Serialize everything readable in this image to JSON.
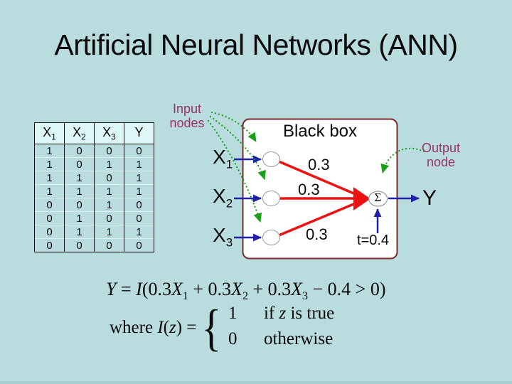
{
  "slide": {
    "title": "Artificial Neural Networks (ANN)"
  },
  "table": {
    "headers": [
      {
        "base": "X",
        "sub": "1"
      },
      {
        "base": "X",
        "sub": "2"
      },
      {
        "base": "X",
        "sub": "3"
      },
      {
        "base": "Y",
        "sub": ""
      }
    ],
    "rows": [
      [
        "1",
        "0",
        "0",
        "0"
      ],
      [
        "1",
        "0",
        "1",
        "1"
      ],
      [
        "1",
        "1",
        "0",
        "1"
      ],
      [
        "1",
        "1",
        "1",
        "1"
      ],
      [
        "0",
        "0",
        "1",
        "0"
      ],
      [
        "0",
        "1",
        "0",
        "0"
      ],
      [
        "0",
        "1",
        "1",
        "1"
      ],
      [
        "0",
        "0",
        "0",
        "0"
      ]
    ]
  },
  "diagram": {
    "box_label": "Black box",
    "inputs": [
      {
        "base": "X",
        "sub": "1"
      },
      {
        "base": "X",
        "sub": "2"
      },
      {
        "base": "X",
        "sub": "3"
      }
    ],
    "weights": [
      "0.3",
      "0.3",
      "0.3"
    ],
    "sum_symbol": "Σ",
    "threshold_label": "t=0.4",
    "output_label": "Y",
    "input_nodes_callout": "Input nodes",
    "output_node_callout": "Output node"
  },
  "formula": {
    "l1": {
      "a": "Y",
      "b": " = ",
      "c": "I",
      "d": "(0.3",
      "e": "X",
      "esub": "1",
      "f": " + 0.3",
      "g": "X",
      "gsub": "2",
      "h": " + 0.3",
      "i": "X",
      "isub": "3",
      "j": " − 0.4 > 0)"
    },
    "l2": {
      "a": "where ",
      "b": "I",
      "c": "(",
      "d": "z",
      "e": ") = ",
      "brace": "{",
      "case1_val": "1",
      "case1_a": "if ",
      "case1_b": "z",
      "case1_c": " is true",
      "case2_val": "0",
      "case2_text": "otherwise"
    }
  },
  "colors": {
    "background": "#b9dcde",
    "table_header_bg": "#ddf6f6",
    "box_border": "#7b2b2b",
    "weight_line_red": "#ee1111",
    "arrow_blue": "#2020a8",
    "callout_green": "#18a018",
    "callout_text_magenta": "#993366"
  }
}
